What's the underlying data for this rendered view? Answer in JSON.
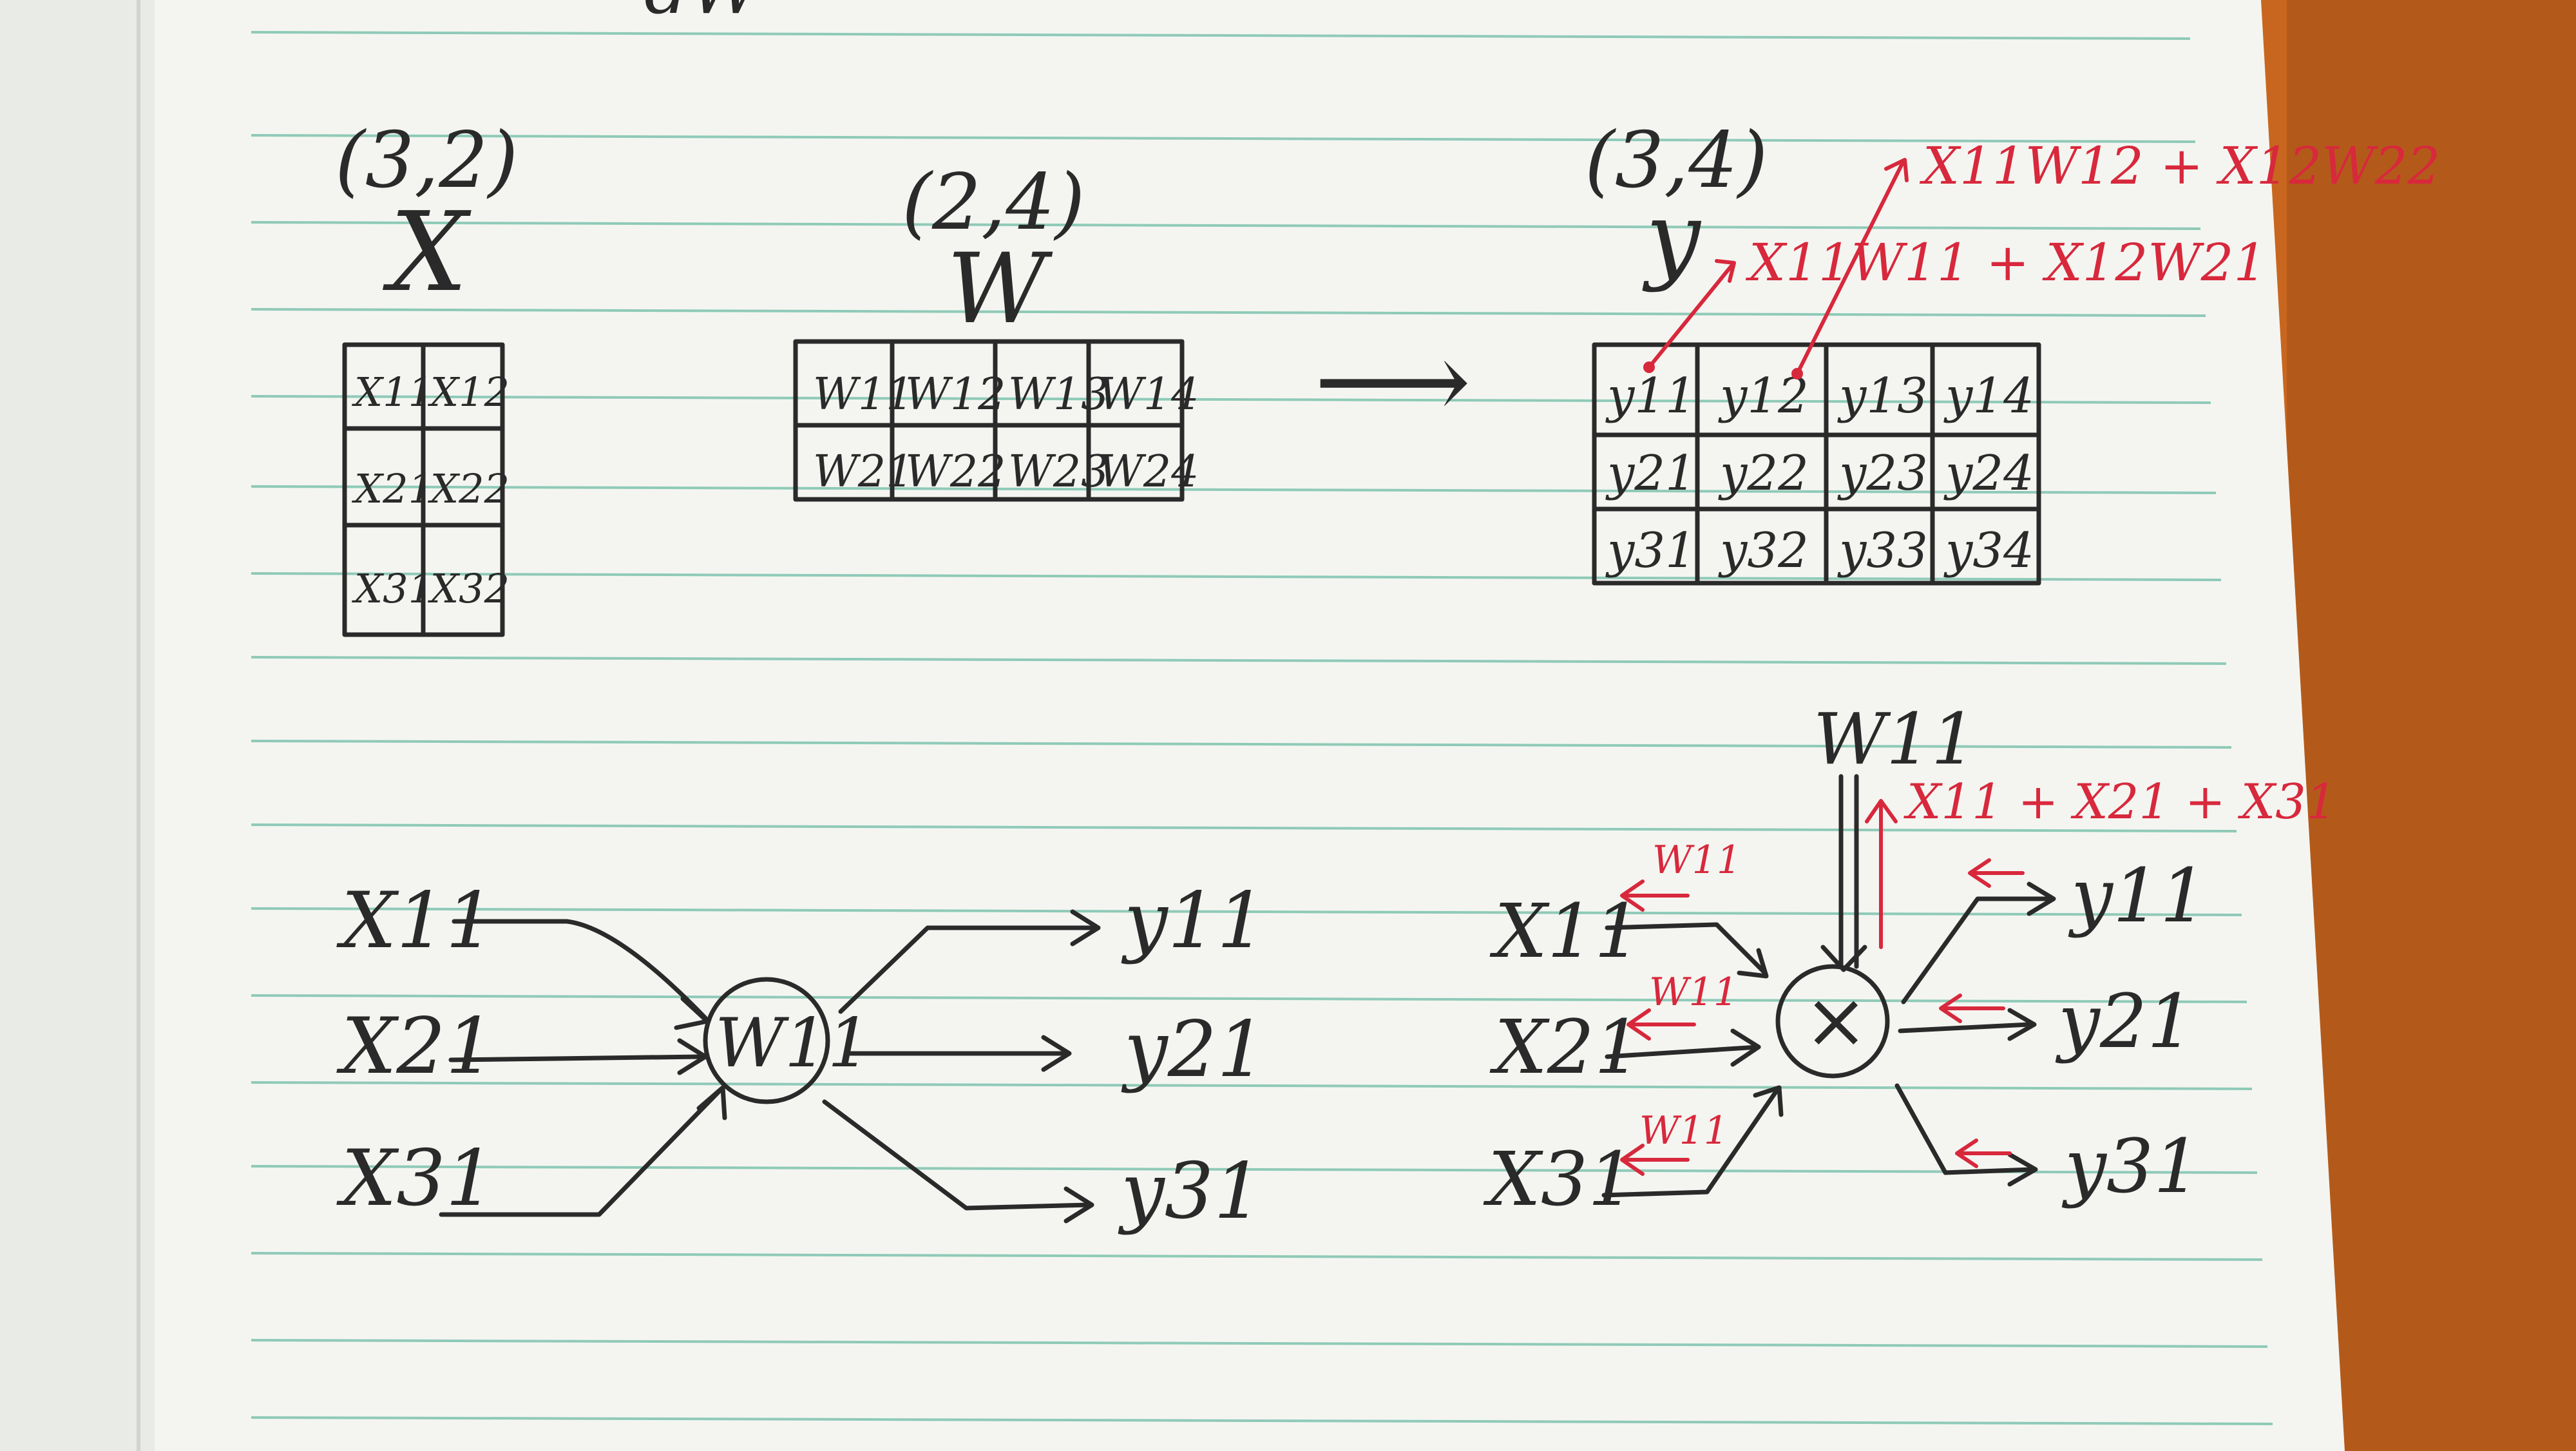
{
  "top_fragment": "dW",
  "matrix_x": {
    "shape": "(3,2)",
    "name": "X",
    "cells": [
      [
        "X11",
        "X12"
      ],
      [
        "X21",
        "X22"
      ],
      [
        "X31",
        "X32"
      ]
    ]
  },
  "matrix_w": {
    "shape": "(2,4)",
    "name": "W",
    "cells": [
      [
        "W11",
        "W12",
        "W13",
        "W14"
      ],
      [
        "W21",
        "W22",
        "W23",
        "W24"
      ]
    ]
  },
  "matrix_y": {
    "shape": "(3,4)",
    "name": "y",
    "cells": [
      [
        "y11",
        "y12",
        "y13",
        "y14"
      ],
      [
        "y21",
        "y22",
        "y23",
        "y24"
      ],
      [
        "y31",
        "y32",
        "y33",
        "y34"
      ]
    ],
    "annotation_1": "X11W11 + X12W21",
    "annotation_2": "X11W12 + X12W22"
  },
  "arrow_glyph": "⟶",
  "forward_graph": {
    "inputs": [
      "X11",
      "X21",
      "X31"
    ],
    "node": "W11",
    "outputs": [
      "y11",
      "y21",
      "y31"
    ]
  },
  "backward_graph": {
    "top_weight": "W11",
    "grad_sum": "X11 + X21 + X31",
    "inputs": [
      "X11",
      "X21",
      "X31"
    ],
    "input_grads": [
      "W11",
      "W11",
      "W11"
    ],
    "node": "×",
    "outputs": [
      "y11",
      "y21",
      "y31"
    ]
  },
  "colors": {
    "paper": "#f4f5f1",
    "ink": "#2a2a2a",
    "red_ink": "#d8283c",
    "rule": "#8fcab8",
    "desk": "#c8661f"
  }
}
